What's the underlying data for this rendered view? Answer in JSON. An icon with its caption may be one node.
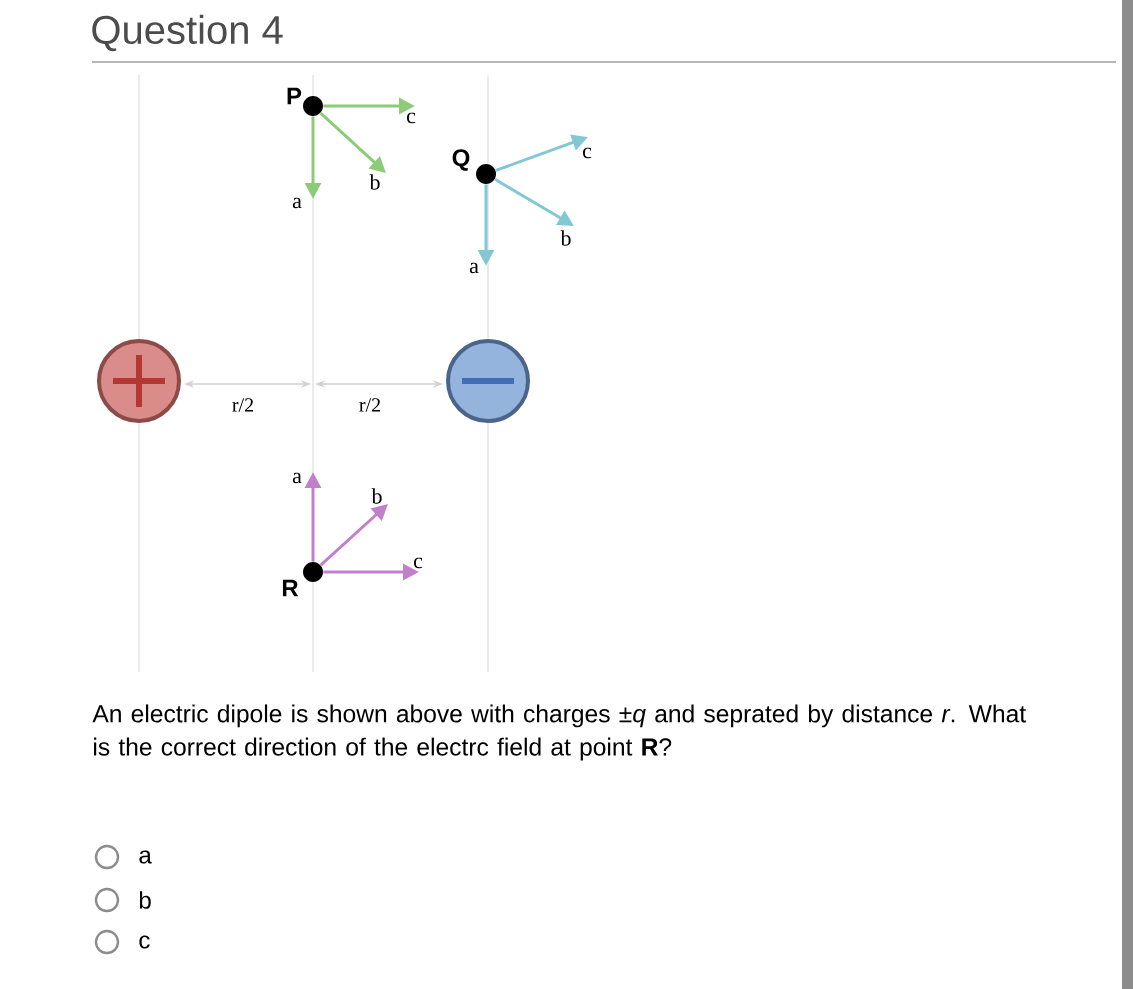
{
  "diagram": {
    "title": "Question 4",
    "nodes": [
      {
        "text": [],
        "shape": "circle",
        "beside": [
          "P"
        ]
      },
      {
        "text": [],
        "shape": "circle",
        "beside": [
          "Q"
        ]
      },
      {
        "text": [],
        "shape": "circle"
      },
      {
        "text": [],
        "shape": "circle"
      },
      {
        "text": [],
        "shape": "circle",
        "beside": [
          "R"
        ]
      }
    ],
    "edges": [
      {
        "from": 0,
        "to": null,
        "arrow": "to",
        "label": "a",
        "color": "#8ccc78"
      },
      {
        "from": 0,
        "to": null,
        "arrow": "to",
        "label": "b",
        "color": "#8ccc78"
      },
      {
        "from": 0,
        "to": null,
        "arrow": "to",
        "label": "c",
        "color": "#8ccc78"
      },
      {
        "from": 1,
        "to": null,
        "arrow": "to",
        "label": "a",
        "color": "#82c8d4"
      },
      {
        "from": 1,
        "to": null,
        "arrow": "to",
        "label": "b",
        "color": "#82c8d4"
      },
      {
        "from": 1,
        "to": null,
        "arrow": "to",
        "label": "c",
        "color": "#82c8d4"
      },
      {
        "from": 4,
        "to": null,
        "arrow": "to",
        "label": "a",
        "color": "#c27fcb"
      },
      {
        "from": 4,
        "to": null,
        "arrow": "to",
        "label": "b",
        "color": "#c27fcb"
      },
      {
        "from": 4,
        "to": null,
        "arrow": "to",
        "label": "c",
        "color": "#c27fcb"
      }
    ],
    "labels": [
      "r/2",
      "r/2",
      "An electric dipole is shown above with charges ±*q* and seprated by distance *r*. What is the correct direction of the electrc field at point **R**?",
      "a",
      "b",
      "c"
    ]
  }
}
